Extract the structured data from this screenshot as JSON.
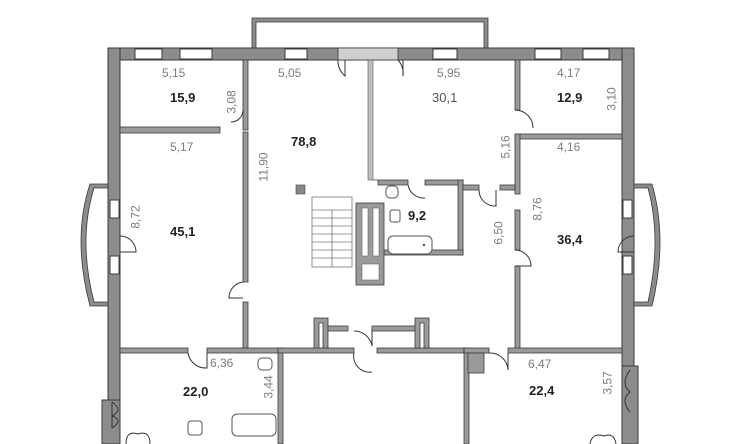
{
  "plan": {
    "wall_color": "#8c8c8c",
    "outline_color": "#3a3a3a",
    "rooms": [
      {
        "id": "room-nw",
        "area": "15,9",
        "width_dim": "5,15",
        "height_dim": "3,08"
      },
      {
        "id": "room-hall",
        "area": "78,8",
        "width_dim": "5,05",
        "height_dim": "11,90"
      },
      {
        "id": "room-north",
        "area": "30,1",
        "width_dim": "5,95",
        "height_dim": "5,16"
      },
      {
        "id": "room-ne",
        "area": "12,9",
        "width_dim": "4,17",
        "height_dim": "3,10"
      },
      {
        "id": "room-west",
        "area": "45,1",
        "width_dim": "5,17",
        "height_dim": "8,72"
      },
      {
        "id": "room-bath",
        "area": "9,2"
      },
      {
        "id": "room-corridor",
        "height_dim": "6,50"
      },
      {
        "id": "room-east",
        "area": "36,4",
        "width_dim": "4,16",
        "height_dim": "8,76"
      },
      {
        "id": "room-sw",
        "area": "22,0",
        "width_dim": "6,36",
        "height_dim": "3,44"
      },
      {
        "id": "room-se",
        "area": "22,4",
        "width_dim": "6,47",
        "height_dim": "3,57"
      }
    ]
  }
}
